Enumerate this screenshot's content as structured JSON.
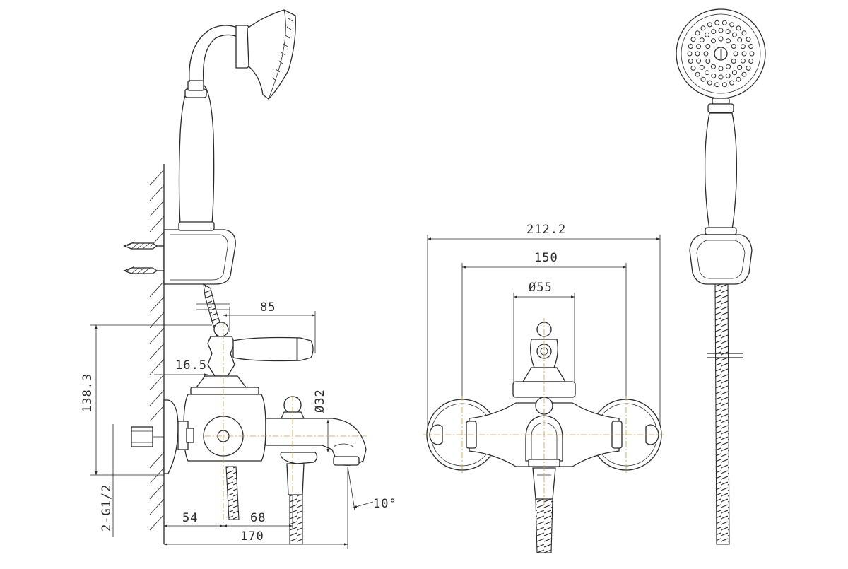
{
  "dimensions": {
    "spout_reach": "85",
    "wall_offset": "16.5",
    "height": "138.3",
    "connection_thread": "2-G1/2",
    "outlet_diameter": "Ø32",
    "spout_angle": "10°",
    "depth_to_body": "54",
    "depth_to_hose": "68",
    "total_depth": "170",
    "total_width": "212.2",
    "center_distance": "150",
    "escutcheon_diameter": "Ø55"
  },
  "colors": {
    "line": "#2a2a2a",
    "centerline": "#c8a040",
    "background": "#ffffff"
  }
}
